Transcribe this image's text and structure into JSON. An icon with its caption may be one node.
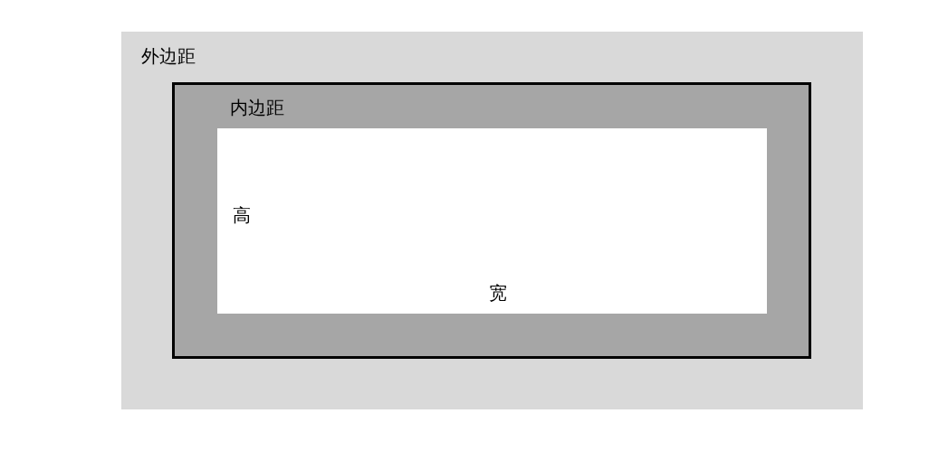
{
  "diagram": {
    "nodes": [
      {
        "text": [
          "外边距"
        ]
      },
      {
        "text": [
          "内边距"
        ],
        "in": 0
      },
      {
        "text": [
          "高",
          "宽"
        ],
        "in": 1
      }
    ]
  }
}
